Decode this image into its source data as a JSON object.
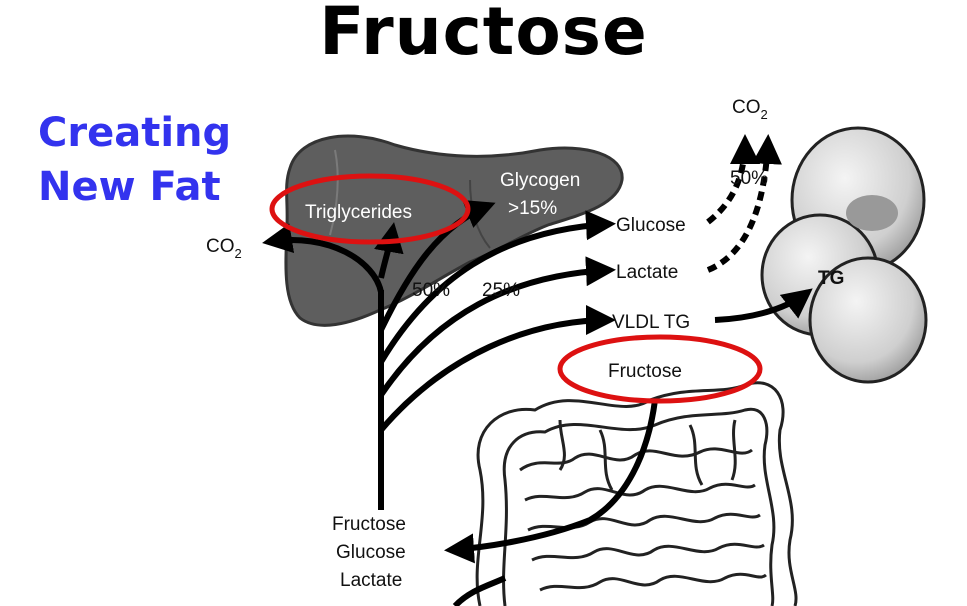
{
  "title": "Fructose",
  "subtitle": {
    "line1": "Creating",
    "line2": "New Fat"
  },
  "colors": {
    "subtitle": "#3333ee",
    "highlight": "#dd1111",
    "liver": "#5e5e5e"
  },
  "diagram": {
    "liver": {
      "triglycerides": "Triglycerides",
      "glycogen": "Glycogen",
      "glycogen_pct": ">15%"
    },
    "co2_left": {
      "text": "CO",
      "sub": "2"
    },
    "co2_top": {
      "text": "CO",
      "sub": "2"
    },
    "pct_50_top": "50%",
    "pct_50": "50%",
    "pct_25": "25%",
    "glucose": "Glucose",
    "lactate": "Lactate",
    "vldl_tg": "VLDL TG",
    "tg": "TG",
    "fructose_gut": "Fructose",
    "bottom": {
      "line1": "Fructose",
      "line2": "Glucose",
      "line3": "Lactate"
    }
  }
}
